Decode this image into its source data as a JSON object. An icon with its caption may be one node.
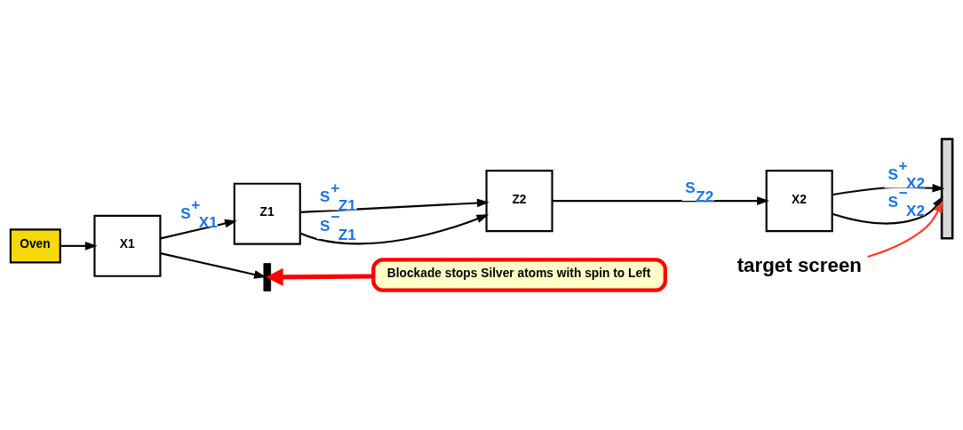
{
  "diagram": {
    "nodes": [
      {
        "text": [
          "Oven"
        ]
      },
      {
        "text": [
          "X1"
        ]
      },
      {
        "text": [
          "Z1"
        ]
      },
      {
        "text": [
          "Z2"
        ]
      },
      {
        "text": [
          "X2"
        ]
      },
      {
        "text": [],
        "shape": "bar"
      },
      {
        "text": [],
        "shape": "trapezoid"
      },
      {
        "text": [
          "target screen"
        ]
      },
      {
        "text": [
          "Blockade stops Silver atoms with spin to Left"
        ]
      }
    ],
    "edges": [
      {
        "from": 0,
        "to": 1,
        "arrow": "to"
      },
      {
        "from": 1,
        "to": 2,
        "arrow": "to",
        "label": "S$^{+}$$_{X1}$"
      },
      {
        "from": 1,
        "to": 5,
        "arrow": "to"
      },
      {
        "from": 2,
        "to": 3,
        "arrow": "to",
        "label": "S$^{+}$$_{Z1}$"
      },
      {
        "from": 2,
        "to": 3,
        "arrow": "to",
        "label": "S$^{−}$$_{Z1}$"
      },
      {
        "from": 3,
        "to": 4,
        "arrow": "to",
        "label": "S$_{Z2}$"
      },
      {
        "from": 4,
        "to": 6,
        "arrow": "to",
        "label": "S$^{+}$$_{X2}$"
      },
      {
        "from": 4,
        "to": 6,
        "arrow": "to",
        "label": "S$^{−}$$_{X2}$"
      },
      {
        "from": 7,
        "to": 6,
        "arrow": "to",
        "color": "#ff3b1f"
      },
      {
        "from": 8,
        "to": 5,
        "arrow": "to",
        "style": "thick",
        "color": "#ff0000"
      }
    ]
  }
}
